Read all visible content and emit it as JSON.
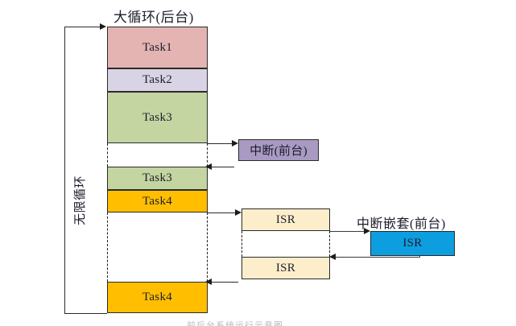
{
  "diagram": {
    "title_background_loop": "大循环(后台)",
    "label_infinite_loop": "无限循环",
    "label_interrupt_foreground": "中断(前台)",
    "label_nested_interrupt_foreground": "中断嵌套(前台)",
    "bottom_caption": "前后台系统运行示意图",
    "colors": {
      "task1": "#e3b4b2",
      "task2": "#d9d4e5",
      "task3": "#c4d5a1",
      "task4": "#ffbf00",
      "interrupt": "#a99ac4",
      "isr": "#fdeecb",
      "isr_nested": "#0d9ee0",
      "line": "#1d1d1d"
    },
    "main_column_blocks": [
      {
        "name": "task1",
        "label": "Task1",
        "color": "#e3b4b2"
      },
      {
        "name": "task2",
        "label": "Task2",
        "color": "#d9d4e5"
      },
      {
        "name": "task3-first",
        "label": "Task3",
        "color": "#c4d5a1"
      },
      {
        "name": "task3-second",
        "label": "Task3",
        "color": "#c4d5a1"
      },
      {
        "name": "task4-first",
        "label": "Task4",
        "color": "#ffbf00"
      },
      {
        "name": "task4-second",
        "label": "Task4",
        "color": "#ffbf00"
      }
    ],
    "interrupt_column_blocks": [
      {
        "name": "interrupt",
        "label": "中断(前台)",
        "color": "#a99ac4"
      },
      {
        "name": "isr-upper",
        "label": "ISR",
        "color": "#fdeecb"
      },
      {
        "name": "isr-lower",
        "label": "ISR",
        "color": "#fdeecb"
      }
    ],
    "nested_column_blocks": [
      {
        "name": "isr-nested",
        "label": "ISR",
        "color": "#0d9ee0"
      }
    ]
  }
}
